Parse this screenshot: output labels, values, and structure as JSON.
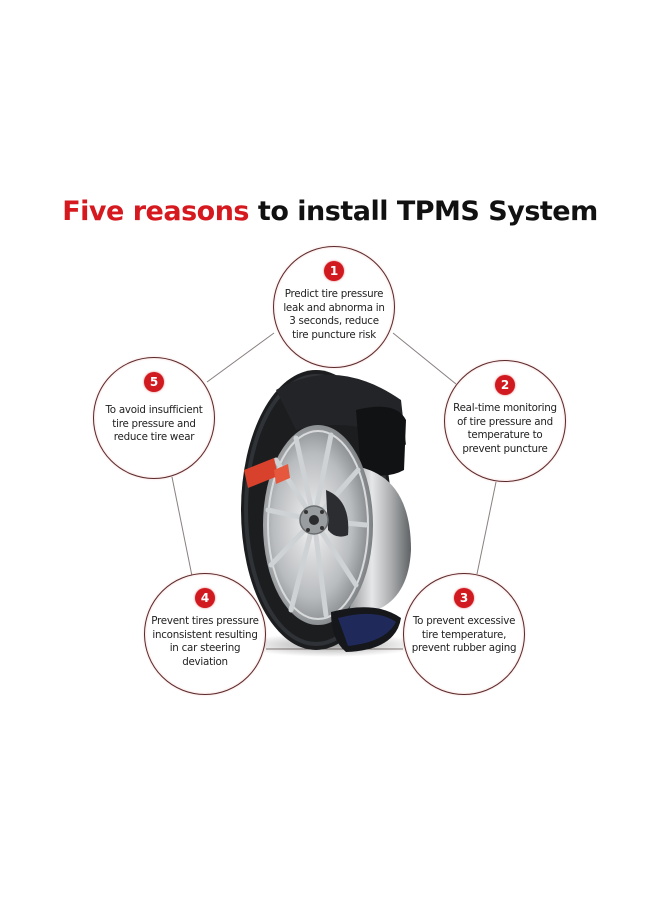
{
  "title": {
    "accent_text": "Five reasons",
    "rest_text": " to install TPMS System",
    "accent_color": "#d6191f"
  },
  "reasons": [
    {
      "number": "1",
      "text": "Predict tire pressure leak and abnorma in 3 seconds, reduce tire puncture risk"
    },
    {
      "number": "2",
      "text": "Real-time monitoring of tire pressure and temperature to prevent puncture"
    },
    {
      "number": "3",
      "text": "To prevent excessive tire temperature, prevent rubber aging"
    },
    {
      "number": "4",
      "text": "Prevent tires pressure inconsistent resulting in car steering deviation"
    },
    {
      "number": "5",
      "text": "To avoid insufficient tire pressure and reduce tire wear"
    }
  ],
  "image": {
    "subject": "cutaway-tire-wheel-with-tpms-sensor"
  },
  "colors": {
    "badge": "#d11a20",
    "circle_border": "#5a2a2a",
    "connector": "#8a8080"
  }
}
